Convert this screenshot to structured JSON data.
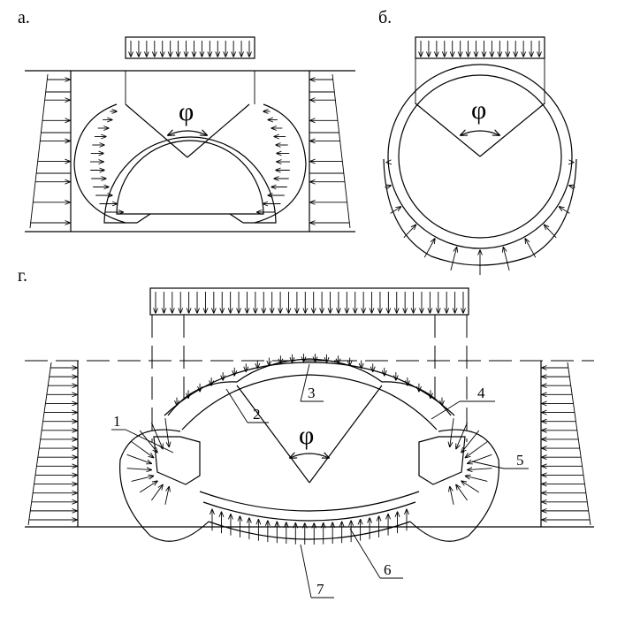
{
  "figure": {
    "panels": [
      {
        "id": "a",
        "label": "а."
      },
      {
        "id": "b",
        "label": "б."
      },
      {
        "id": "g",
        "label": "г."
      }
    ],
    "angle_symbol": "φ",
    "callouts": [
      "1",
      "2",
      "3",
      "4",
      "5",
      "6",
      "7"
    ]
  },
  "colors": {
    "ink": "#000000",
    "paper": "#ffffff"
  }
}
